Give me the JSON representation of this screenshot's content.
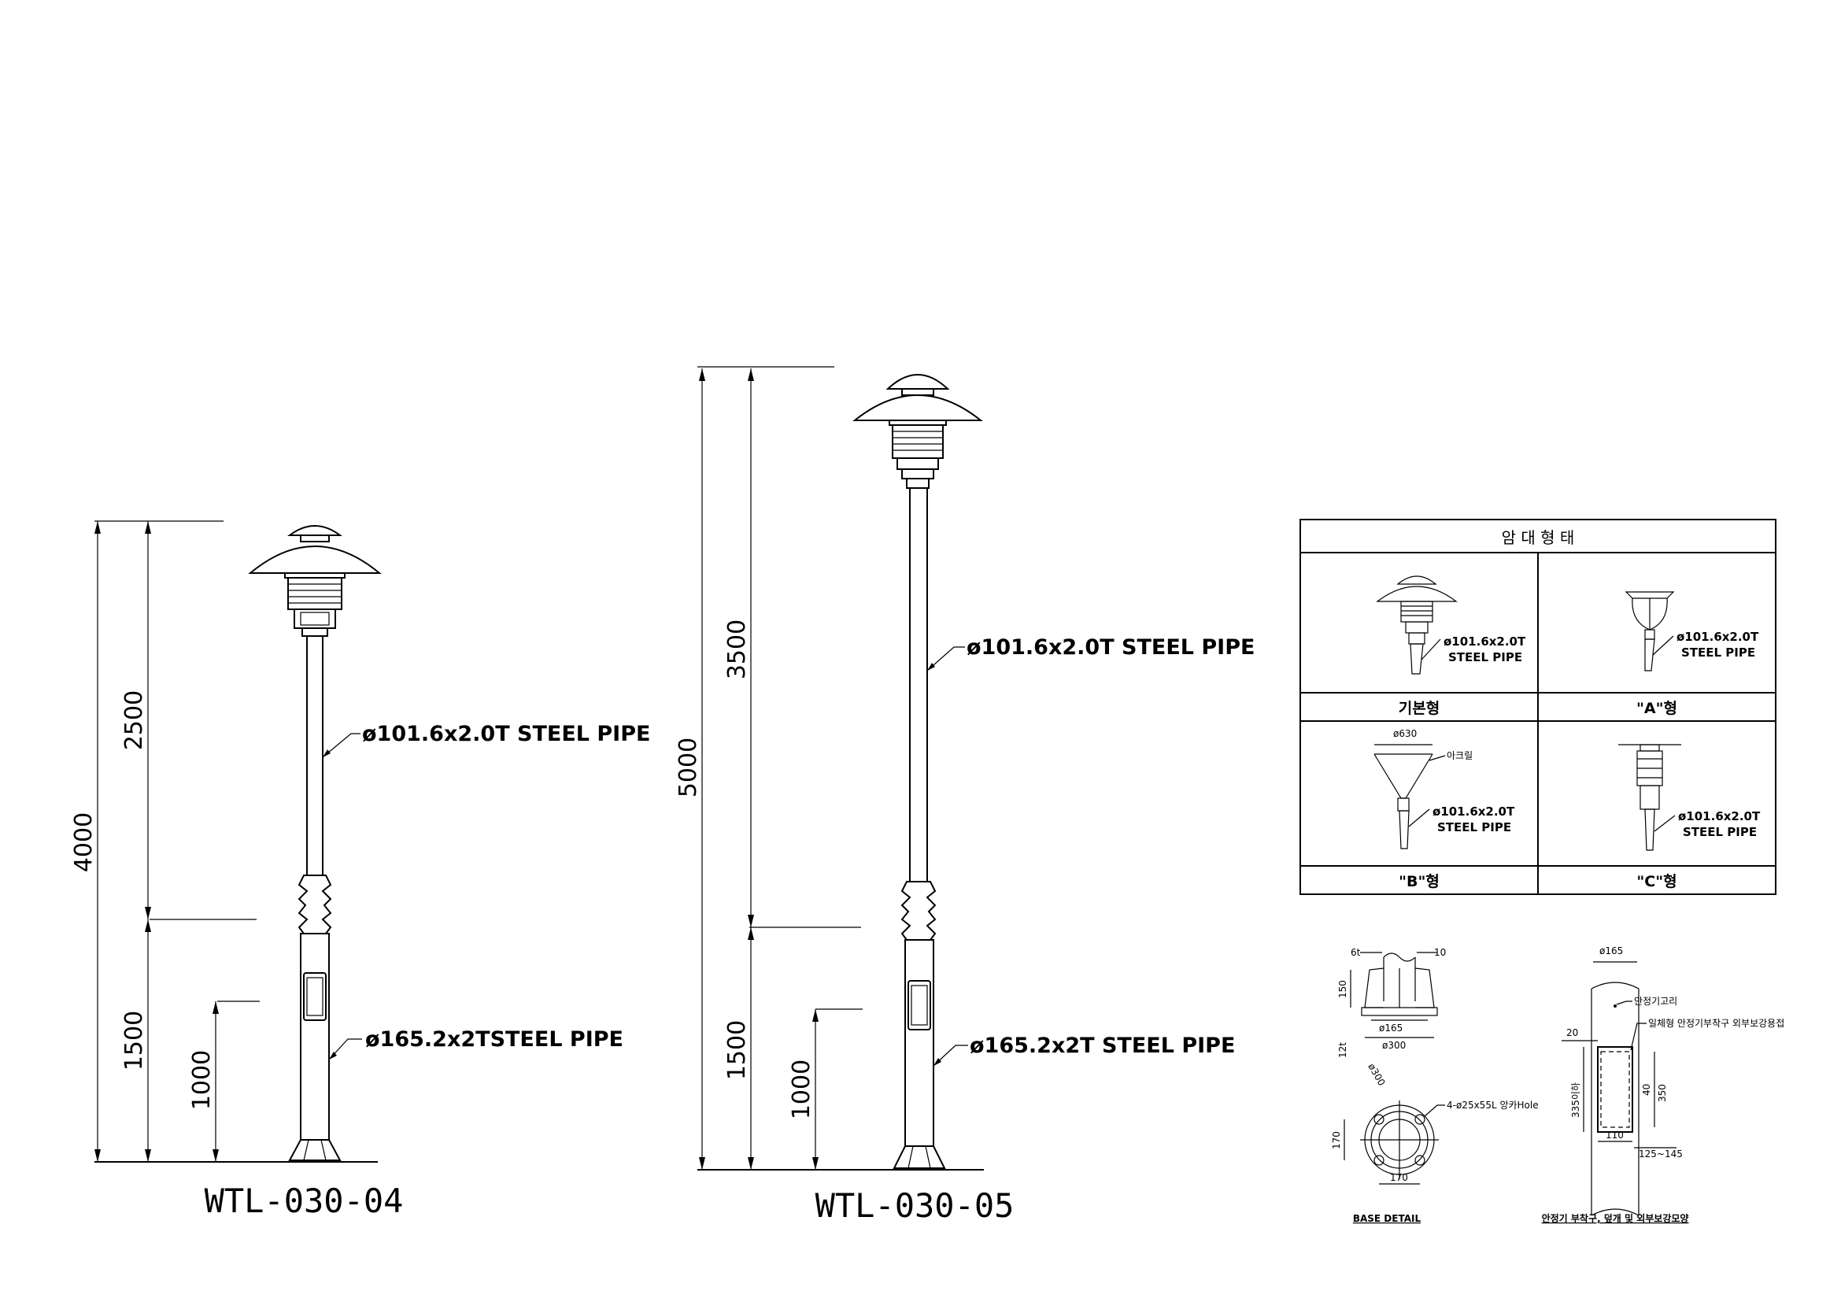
{
  "pole_04": {
    "model": "WTL-030-04",
    "dims": {
      "total": "4000",
      "upper": "2500",
      "lower": "1500",
      "door": "1000"
    },
    "upper_pipe": "ø101.6x2.0T STEEL PIPE",
    "lower_pipe": "ø165.2x2TSTEEL PIPE"
  },
  "pole_05": {
    "model": "WTL-030-05",
    "dims": {
      "total": "5000",
      "upper": "3500",
      "lower": "1500",
      "door": "1000"
    },
    "upper_pipe": "ø101.6x2.0T STEEL PIPE",
    "lower_pipe": "ø165.2x2T STEEL PIPE"
  },
  "arm_table": {
    "title": "암 대 형 태",
    "cells": [
      {
        "caption": "기본형",
        "pipe_line1": "ø101.6x2.0T",
        "pipe_line2": "STEEL PIPE"
      },
      {
        "caption": "\"A\"형",
        "pipe_line1": "ø101.6x2.0T",
        "pipe_line2": "STEEL PIPE"
      },
      {
        "caption": "\"B\"형",
        "pipe_line1": "ø101.6x2.0T",
        "pipe_line2": "STEEL PIPE",
        "top_dim": "ø630",
        "note": "아크릴"
      },
      {
        "caption": "\"C\"형",
        "pipe_line1": "ø101.6x2.0T",
        "pipe_line2": "STEEL PIPE"
      }
    ]
  },
  "base_detail": {
    "title": "BASE DETAIL",
    "labels": {
      "t6": "6t",
      "d10": "10",
      "d150": "150",
      "phi165": "ø165",
      "t12": "12t",
      "phi300": "ø300",
      "phi300b": "ø300",
      "anchor": "4-ø25x55L 앙카Hole",
      "d170v": "170",
      "d170h": "170"
    }
  },
  "stabilizer_detail": {
    "title": "안정기 부착구, 덮개 및 외부보강모양",
    "labels": {
      "phi165": "ø165",
      "hook": "안정기고리",
      "note": "일체형 안정기부착구 외부보강용접",
      "d20": "20",
      "d335": "335이하",
      "d40": "40",
      "d350": "350",
      "d110": "110",
      "d125": "125~145"
    }
  }
}
